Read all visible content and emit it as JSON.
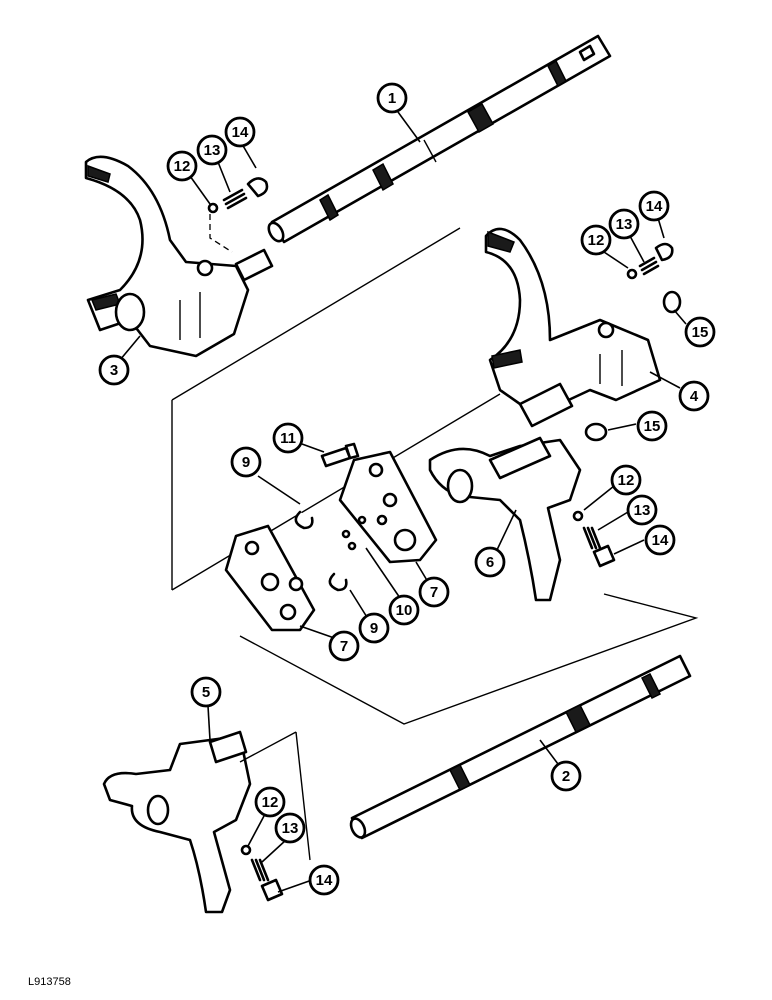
{
  "figure_code": "L913758",
  "callouts": [
    {
      "id": "c1",
      "label": "1"
    },
    {
      "id": "c14a",
      "label": "14"
    },
    {
      "id": "c13a",
      "label": "13"
    },
    {
      "id": "c12a",
      "label": "12"
    },
    {
      "id": "c3",
      "label": "3"
    },
    {
      "id": "c14b",
      "label": "14"
    },
    {
      "id": "c13b",
      "label": "13"
    },
    {
      "id": "c12b",
      "label": "12"
    },
    {
      "id": "c15a",
      "label": "15"
    },
    {
      "id": "c4",
      "label": "4"
    },
    {
      "id": "c11",
      "label": "11"
    },
    {
      "id": "c15b",
      "label": "15"
    },
    {
      "id": "c9a",
      "label": "9"
    },
    {
      "id": "c12c",
      "label": "12"
    },
    {
      "id": "c13c",
      "label": "13"
    },
    {
      "id": "c14c",
      "label": "14"
    },
    {
      "id": "c6",
      "label": "6"
    },
    {
      "id": "c7a",
      "label": "7"
    },
    {
      "id": "c10",
      "label": "10"
    },
    {
      "id": "c9b",
      "label": "9"
    },
    {
      "id": "c7b",
      "label": "7"
    },
    {
      "id": "c5",
      "label": "5"
    },
    {
      "id": "c2",
      "label": "2"
    },
    {
      "id": "c12d",
      "label": "12"
    },
    {
      "id": "c13d",
      "label": "13"
    },
    {
      "id": "c14d",
      "label": "14"
    }
  ]
}
